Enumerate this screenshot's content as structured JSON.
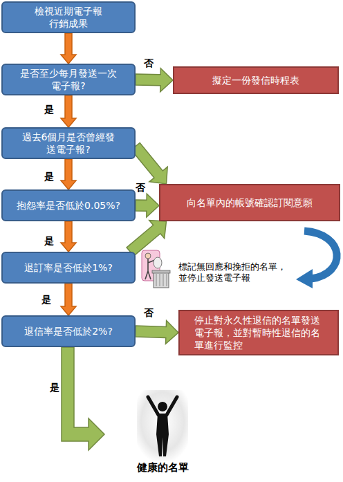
{
  "diagram": {
    "nodes": [
      {
        "text": [
          "檢視近期電子報 行銷成果"
        ]
      },
      {
        "text": [
          "是否至少每月發送一次 電子報?"
        ]
      },
      {
        "text": [
          "擬定一份發信時程表"
        ]
      },
      {
        "text": [
          "過去6個月是否曾經發 送電子報?"
        ]
      },
      {
        "text": [
          "抱怨率是否低於0.05%?"
        ]
      },
      {
        "text": [
          "向名單內的帳號確認訂閱意願"
        ]
      },
      {
        "text": [
          "退訂率是否低於1%?"
        ]
      },
      {
        "text": [
          "退信率是否低於2%?"
        ]
      },
      {
        "text": [
          "停止對永久性退信的名單發送 電子報，並對暫時性退信的名 單進行監控"
        ]
      }
    ],
    "edges": [
      {
        "from": 0,
        "to": 1,
        "arrow": "to"
      },
      {
        "from": 1,
        "to": 2,
        "label": "否",
        "arrow": "to"
      },
      {
        "from": 1,
        "to": 3,
        "label": "是",
        "arrow": "to"
      },
      {
        "from": 3,
        "to": 5,
        "arrow": "to"
      },
      {
        "from": 3,
        "to": 4,
        "label": "是",
        "arrow": "to"
      },
      {
        "from": 4,
        "to": 5,
        "label": "否",
        "arrow": "to"
      },
      {
        "from": 4,
        "to": 6,
        "label": "是",
        "arrow": "to"
      },
      {
        "from": 6,
        "to": 5,
        "arrow": "to"
      },
      {
        "from": 6,
        "to": 7,
        "label": "是",
        "arrow": "to"
      },
      {
        "from": 7,
        "to": 8,
        "label": "否",
        "arrow": "to"
      }
    ],
    "labels": [
      "標記無回應和挽拒的名單， 並停止發送電子報",
      "是",
      "健康的名單"
    ]
  }
}
